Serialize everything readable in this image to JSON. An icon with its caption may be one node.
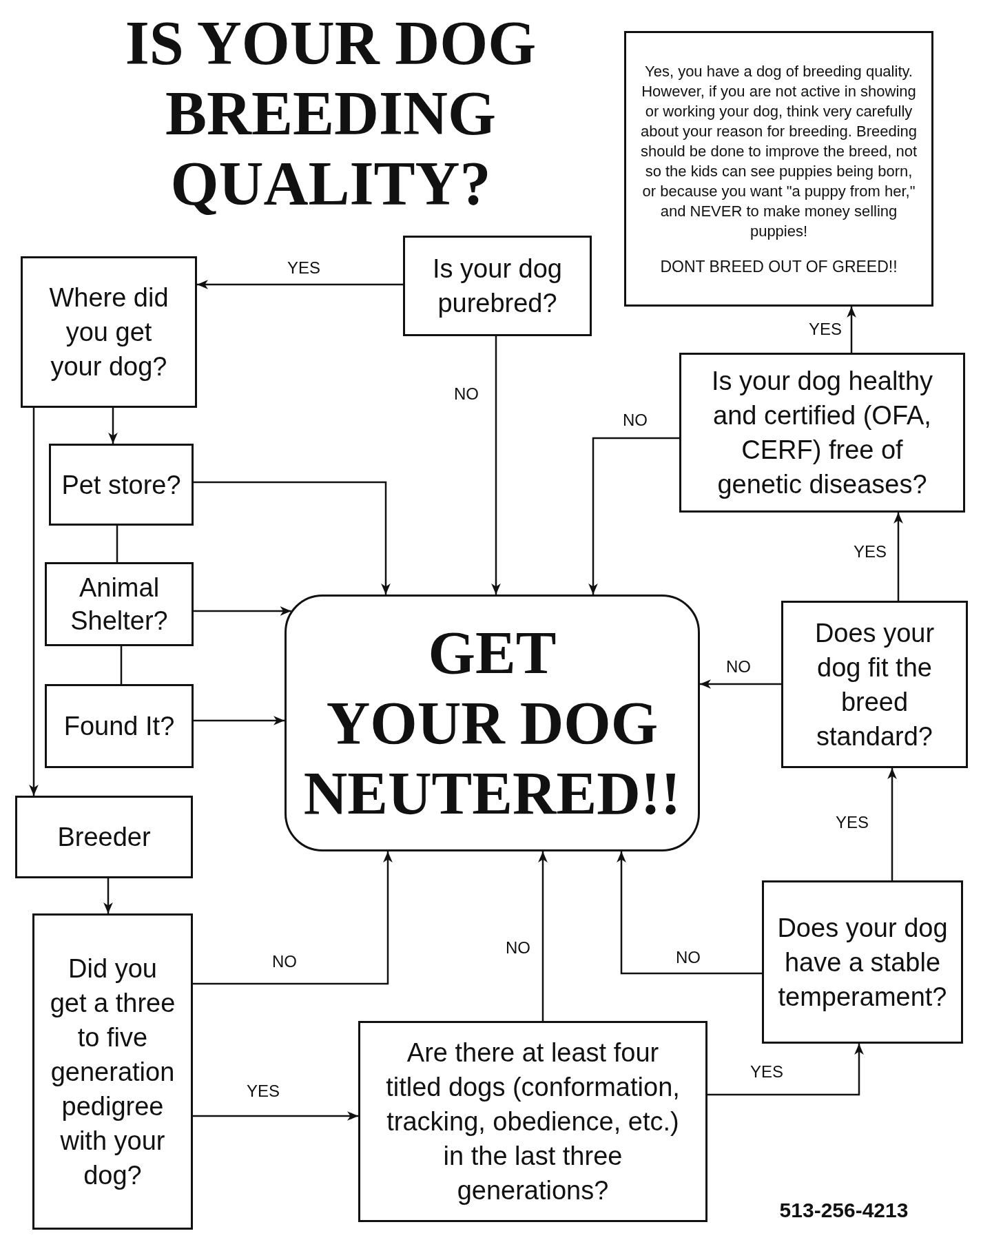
{
  "diagram": {
    "title": "IS YOUR DOG BREEDING QUALITY?",
    "nodes": [
      {
        "text": [
          "Yes, you have a dog of breeding quality. However, if you are not active in showing or working your dog, think very carefully about your reason for breeding. Breeding should be done to improve the breed, not so the kids can see puppies being born, or because you want \"a puppy from her,\" and NEVER to make money selling puppies!",
          "DONT BREED OUT OF GREED!!"
        ]
      },
      {
        "text": [
          "Is your dog purebred?"
        ]
      },
      {
        "text": [
          "Where did you get your dog?"
        ]
      },
      {
        "text": [
          "Is your dog healthy and certified (OFA, CERF) free of genetic diseases?"
        ]
      },
      {
        "text": [
          "Pet store?"
        ]
      },
      {
        "text": [
          "Animal Shelter?"
        ]
      },
      {
        "text": [
          "GET YOUR DOG NEUTERED!!"
        ]
      },
      {
        "text": [
          "Does your dog fit the breed standard?"
        ]
      },
      {
        "text": [
          "Found It?"
        ]
      },
      {
        "text": [
          "Breeder"
        ]
      },
      {
        "text": [
          "Does your dog have a stable temperament?"
        ]
      },
      {
        "text": [
          "Did you get a three to five generation pedigree with your dog?"
        ]
      },
      {
        "text": [
          "Are there at least four titled dogs (conformation, tracking, obedience, etc.) in the last three generations?"
        ]
      }
    ],
    "edges": [
      {
        "from": 1,
        "to": 2,
        "arrow": "to",
        "label": "YES"
      },
      {
        "from": 1,
        "to": 6,
        "arrow": "to",
        "label": "NO"
      },
      {
        "from": 2,
        "to": 4,
        "arrow": "to"
      },
      {
        "from": 2,
        "to": 9,
        "arrow": "to"
      },
      {
        "from": 4,
        "to": 5,
        "arrow": "none"
      },
      {
        "from": 5,
        "to": 8,
        "arrow": "none"
      },
      {
        "from": 4,
        "to": 6,
        "arrow": "to"
      },
      {
        "from": 5,
        "to": 6,
        "arrow": "to"
      },
      {
        "from": 8,
        "to": 6,
        "arrow": "to"
      },
      {
        "from": 9,
        "to": 11,
        "arrow": "to"
      },
      {
        "from": 11,
        "to": 6,
        "arrow": "to",
        "label": "NO"
      },
      {
        "from": 11,
        "to": 12,
        "arrow": "to",
        "label": "YES"
      },
      {
        "from": 12,
        "to": 6,
        "arrow": "to",
        "label": "NO"
      },
      {
        "from": 12,
        "to": 10,
        "arrow": "to",
        "label": "YES"
      },
      {
        "from": 10,
        "to": 6,
        "arrow": "to",
        "label": "NO"
      },
      {
        "from": 10,
        "to": 7,
        "arrow": "to",
        "label": "YES"
      },
      {
        "from": 7,
        "to": 6,
        "arrow": "to",
        "label": "NO"
      },
      {
        "from": 7,
        "to": 3,
        "arrow": "to",
        "label": "YES"
      },
      {
        "from": 3,
        "to": 6,
        "arrow": "to",
        "label": "NO"
      },
      {
        "from": 3,
        "to": 0,
        "arrow": "to",
        "label": "YES"
      }
    ],
    "labels": [
      "513-256-4213"
    ]
  }
}
